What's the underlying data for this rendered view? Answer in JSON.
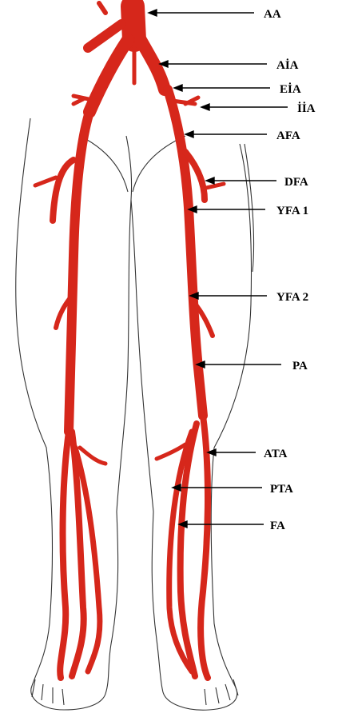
{
  "colors": {
    "artery": "#d6271b",
    "artery_dark": "#b51d12",
    "outline": "#333333",
    "label": "#000000"
  },
  "labels": {
    "aa": "AA",
    "aia": "AİA",
    "eia": "EİA",
    "iia": "İİA",
    "afa": "AFA",
    "dfa": "DFA",
    "yfa1": "YFA 1",
    "yfa2": "YFA 2",
    "pa": "PA",
    "ata": "ATA",
    "pta": "PTA",
    "fa": "FA"
  }
}
